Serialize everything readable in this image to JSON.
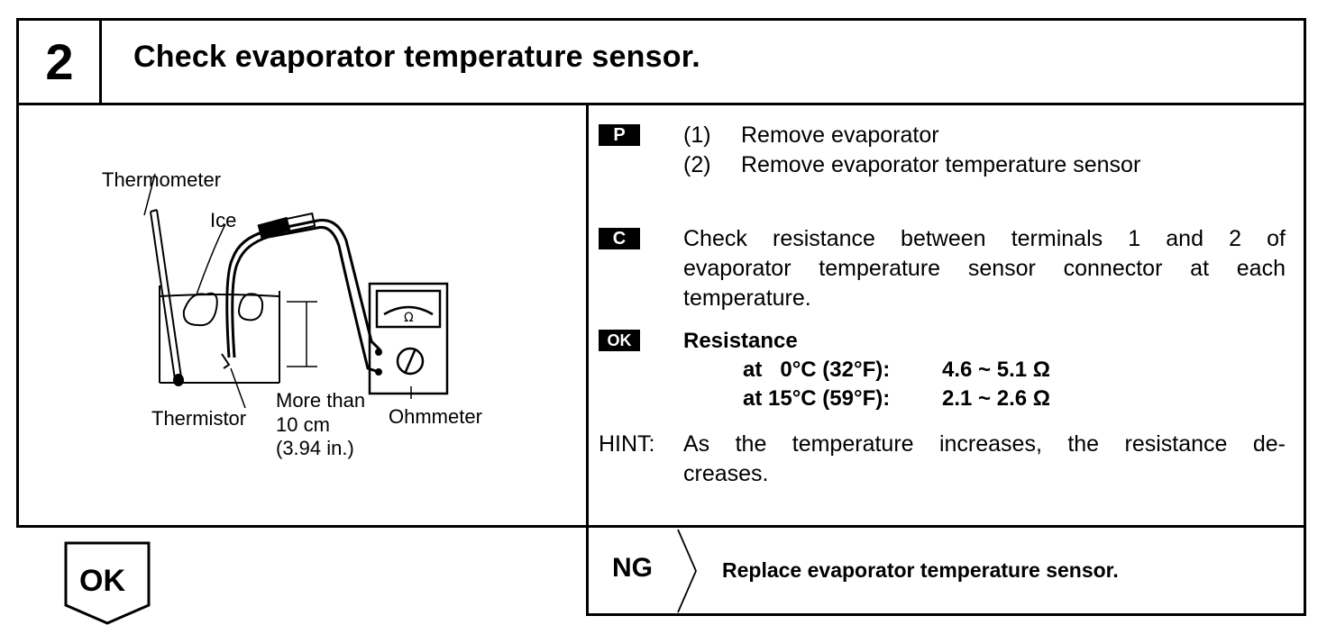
{
  "step": {
    "number": "2",
    "title": "Check evaporator temperature sensor."
  },
  "diagram": {
    "labels": {
      "thermometer": "Thermometer",
      "ice": "Ice",
      "thermistor": "Thermistor",
      "distance_line1": "More than",
      "distance_line2": "10 cm",
      "distance_line3": "(3.94 in.)",
      "ohmmeter": "Ohmmeter",
      "ohm_symbol": "Ω"
    }
  },
  "procedure": {
    "prep_badge": "P",
    "prep_steps": [
      {
        "num": "(1)",
        "text": "Remove evaporator"
      },
      {
        "num": "(2)",
        "text": "Remove evaporator temperature sensor"
      }
    ],
    "check_badge": "C",
    "check_line1": "Check resistance between terminals 1 and 2 of",
    "check_line2": "evaporator temperature sensor connector at each",
    "check_line3": "temperature.",
    "ok_badge": "OK",
    "resistance_label": "Resistance",
    "resistance_rows": [
      {
        "condition": "at   0°C (32°F):",
        "value": "4.6 ~ 5.1 Ω"
      },
      {
        "condition": "at 15°C (59°F):",
        "value": "2.1 ~ 2.6 Ω"
      }
    ],
    "hint_label": "HINT:",
    "hint_line1": "As the temperature increases, the resistance de-",
    "hint_line2": "creases."
  },
  "result": {
    "ok_label": "OK",
    "ng_label": "NG",
    "ng_action": "Replace evaporator temperature sensor."
  }
}
